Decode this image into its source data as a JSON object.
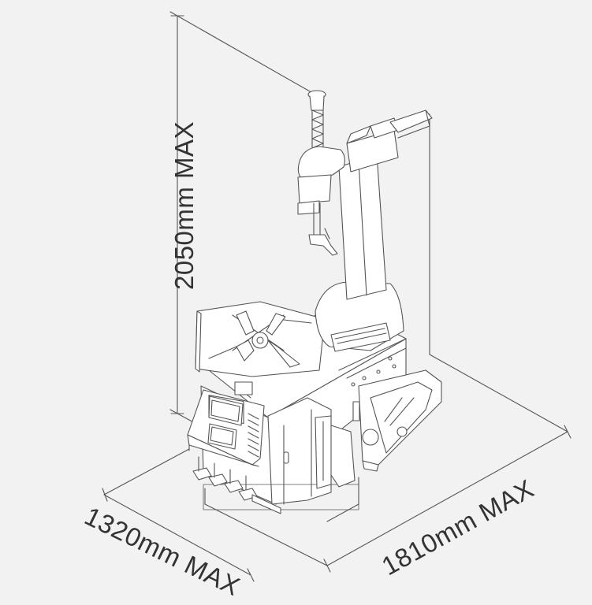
{
  "dimensions": {
    "height_label": "2050mm MAX",
    "width_label": "1320mm MAX",
    "depth_label": "1810mm MAX"
  },
  "colors": {
    "background": "#f2f2f2",
    "line": "#555555",
    "fill": "#ffffff",
    "text": "#333333"
  }
}
